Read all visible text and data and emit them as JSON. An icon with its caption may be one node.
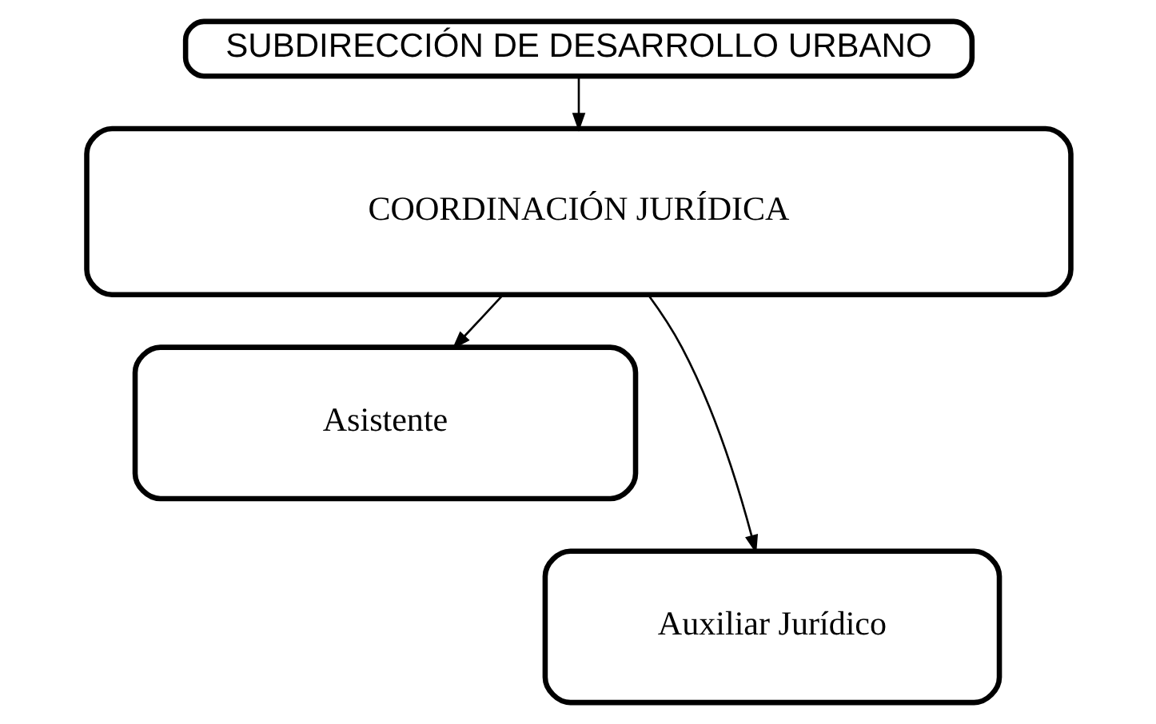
{
  "diagram": {
    "nodes": [
      {
        "text": [
          "SUBDIRECCIÓN DE DESARROLLO URBANO"
        ]
      },
      {
        "text": [
          "COORDINACIÓN JURÍDICA"
        ]
      },
      {
        "text": [
          "Asistente"
        ]
      },
      {
        "text": [
          "Auxiliar Jurídico"
        ]
      }
    ],
    "edges": [
      {
        "from": 0,
        "to": 1,
        "arrow": "to"
      },
      {
        "from": 1,
        "to": 2,
        "arrow": "to"
      },
      {
        "from": 1,
        "to": 3,
        "arrow": "to"
      }
    ]
  }
}
